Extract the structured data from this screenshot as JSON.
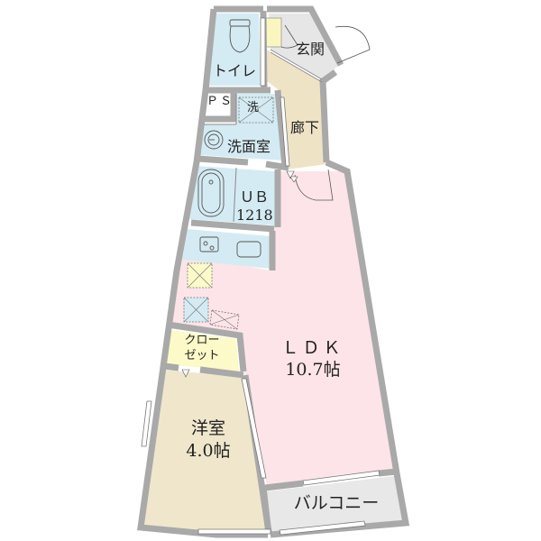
{
  "floorplan": {
    "colors": {
      "wall": "#a9a9a9",
      "wall_outline": "#6f6f6f",
      "wet_area": "#d4ebf3",
      "ldk": "#fde4e8",
      "western_room": "#efe6cc",
      "hallway": "#efe3c6",
      "entrance": "#e6e6e6",
      "closet": "#fcfac8",
      "balcony": "#e8e8e8",
      "shoe_box": "#fbf6c0"
    },
    "rooms": {
      "toilet": {
        "label": "トイレ"
      },
      "ps": {
        "label": "ＰＳ"
      },
      "washer": {
        "label": "洗"
      },
      "washroom": {
        "label": "洗面室"
      },
      "entrance": {
        "label": "玄関"
      },
      "hallway": {
        "label": "廊下"
      },
      "unit_bath": {
        "label": "ＵＢ",
        "size": "1218"
      },
      "ldk": {
        "label": "ＬＤＫ",
        "size": "10.7帖"
      },
      "closet": {
        "label_line1": "クロー",
        "label_line2": "ゼット"
      },
      "western_room": {
        "label": "洋室",
        "size": "4.0帖"
      },
      "balcony": {
        "label": "バルコニー"
      }
    }
  }
}
